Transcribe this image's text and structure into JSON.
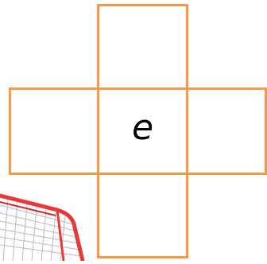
{
  "puzzle": {
    "center_letter": "e",
    "cells": [
      "top",
      "left",
      "center",
      "right",
      "bottom"
    ]
  },
  "colors": {
    "grid_border": "#f29a4a",
    "goal_frame": "#e63a3a",
    "goal_net": "#b9b9c0"
  },
  "decoration": {
    "icon": "hockey-goal-icon"
  }
}
